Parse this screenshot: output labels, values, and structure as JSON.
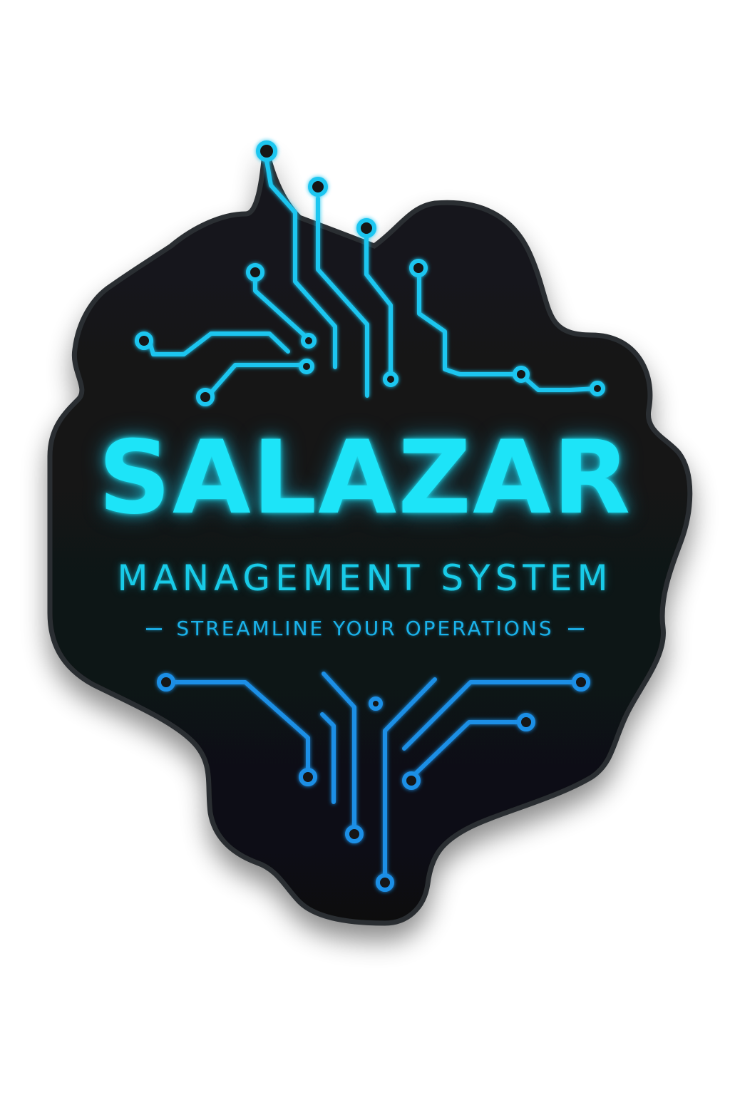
{
  "logo": {
    "title": "SALAZAR",
    "subtitle": "MANAGEMENT SYSTEM",
    "tagline": "STREAMLINE YOUR OPERATIONS",
    "tagline_dash": "—",
    "icons": [
      "circuit-trace-icon",
      "circuit-node-icon"
    ],
    "colors": {
      "background": "#ffffff",
      "badge": "#121416",
      "badge_border": "#2b2e31",
      "accent_cyan": "#1de4f8",
      "accent_blue": "#1a8fe6"
    }
  }
}
